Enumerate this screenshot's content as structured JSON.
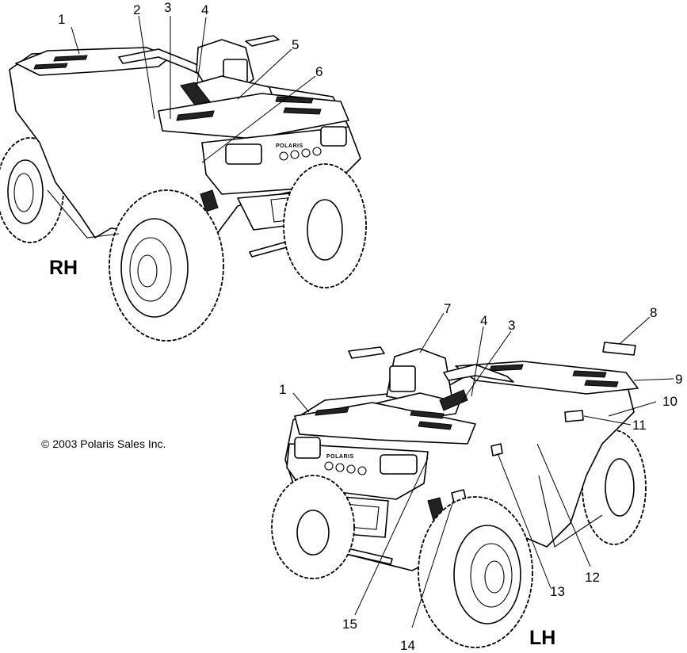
{
  "views": {
    "rh": {
      "label": "RH"
    },
    "lh": {
      "label": "LH"
    }
  },
  "copyright": "© 2003 Polaris Sales Inc.",
  "brand_mark": "POLARIS",
  "callouts": {
    "rh": [
      "1",
      "2",
      "3",
      "4",
      "5",
      "6"
    ],
    "lh": [
      "7",
      "4",
      "3",
      "8",
      "9",
      "1",
      "10",
      "11",
      "12",
      "13",
      "15",
      "14"
    ]
  }
}
